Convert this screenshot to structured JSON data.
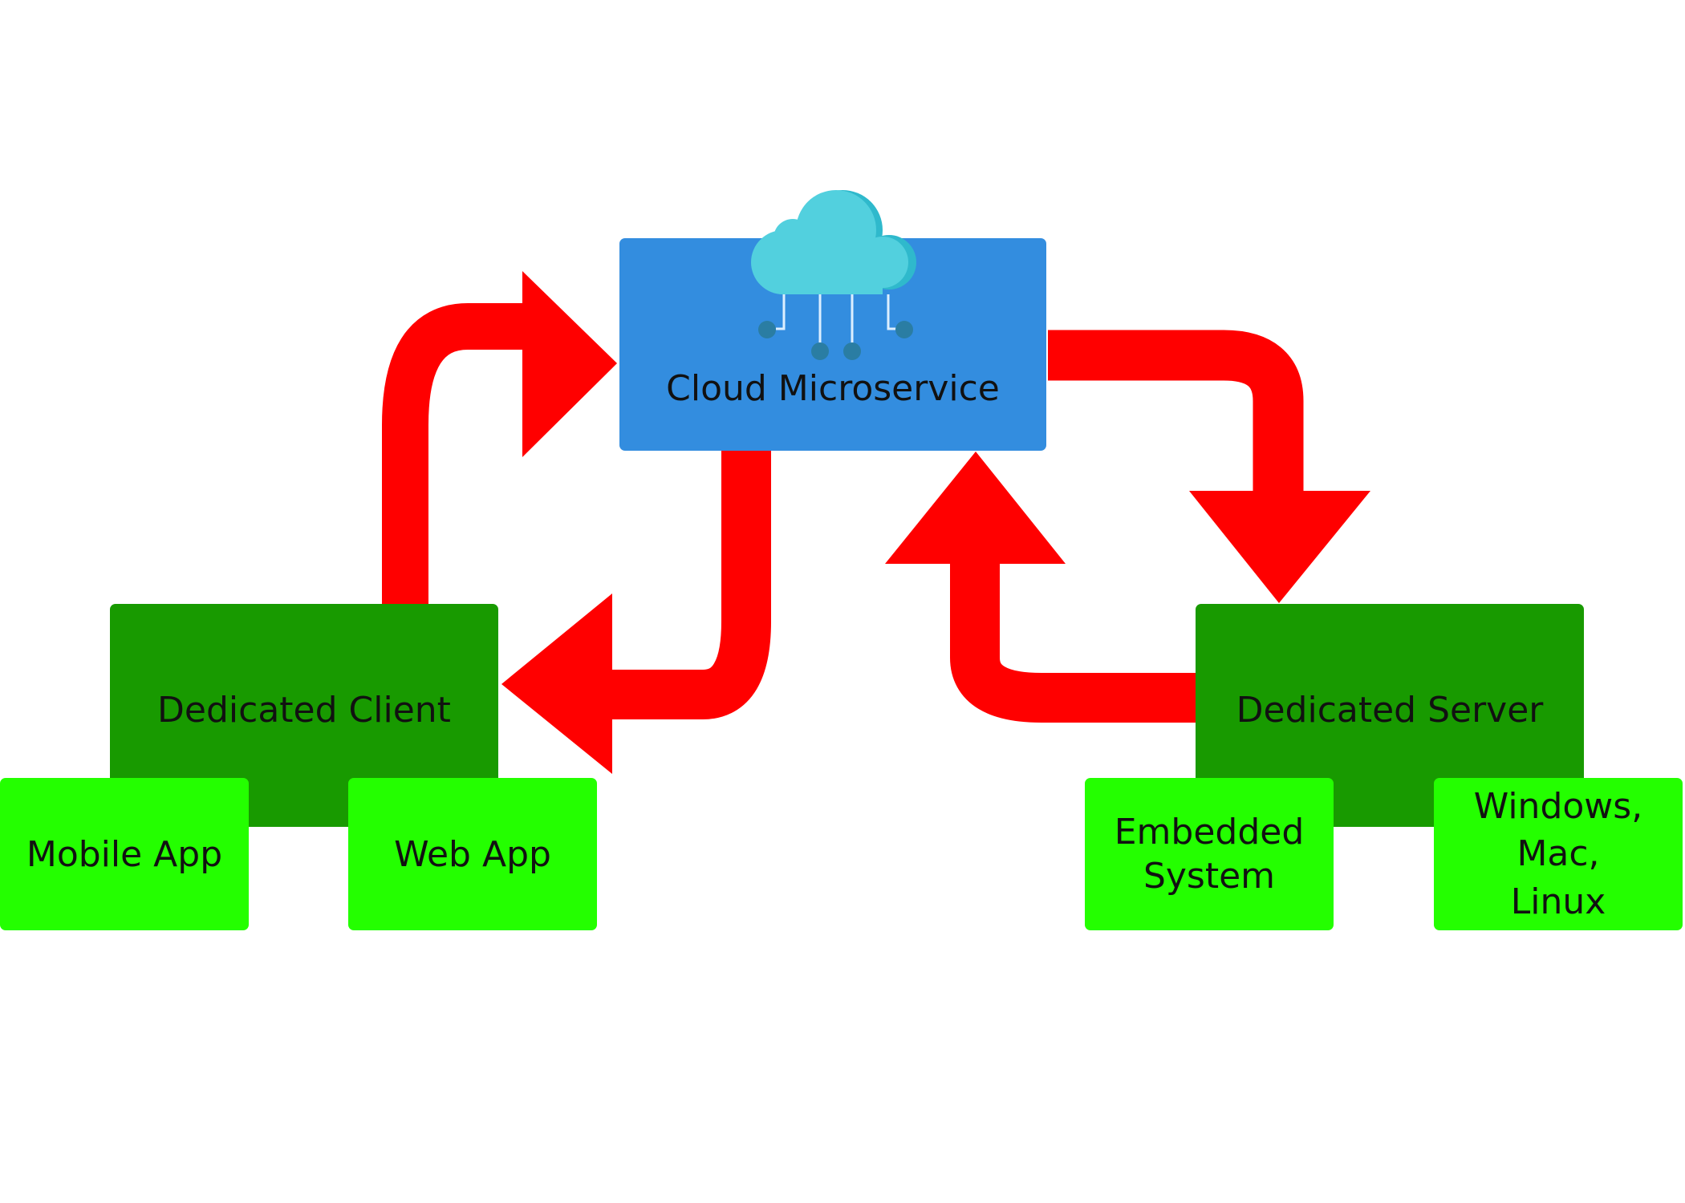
{
  "nodes": {
    "cloud": {
      "label": "Cloud Microservice",
      "icon": "cloud-network-icon"
    },
    "client": {
      "label": "Dedicated Client"
    },
    "server": {
      "label": "Dedicated Server"
    },
    "mobile": {
      "label": "Mobile App"
    },
    "web": {
      "label": "Web App"
    },
    "embedded": {
      "label": "Embedded\nSystem"
    },
    "os": {
      "label": "Windows,\nMac,\nLinux"
    }
  },
  "edges": [
    {
      "from": "client",
      "to": "cloud"
    },
    {
      "from": "cloud",
      "to": "client"
    },
    {
      "from": "cloud",
      "to": "server"
    },
    {
      "from": "server",
      "to": "cloud"
    }
  ],
  "colors": {
    "cloud_box": "#338ddf",
    "dedicated_box": "#189a00",
    "platform_box": "#24ff00",
    "arrow": "#ff0000",
    "cloud_icon": "#52d0de"
  }
}
